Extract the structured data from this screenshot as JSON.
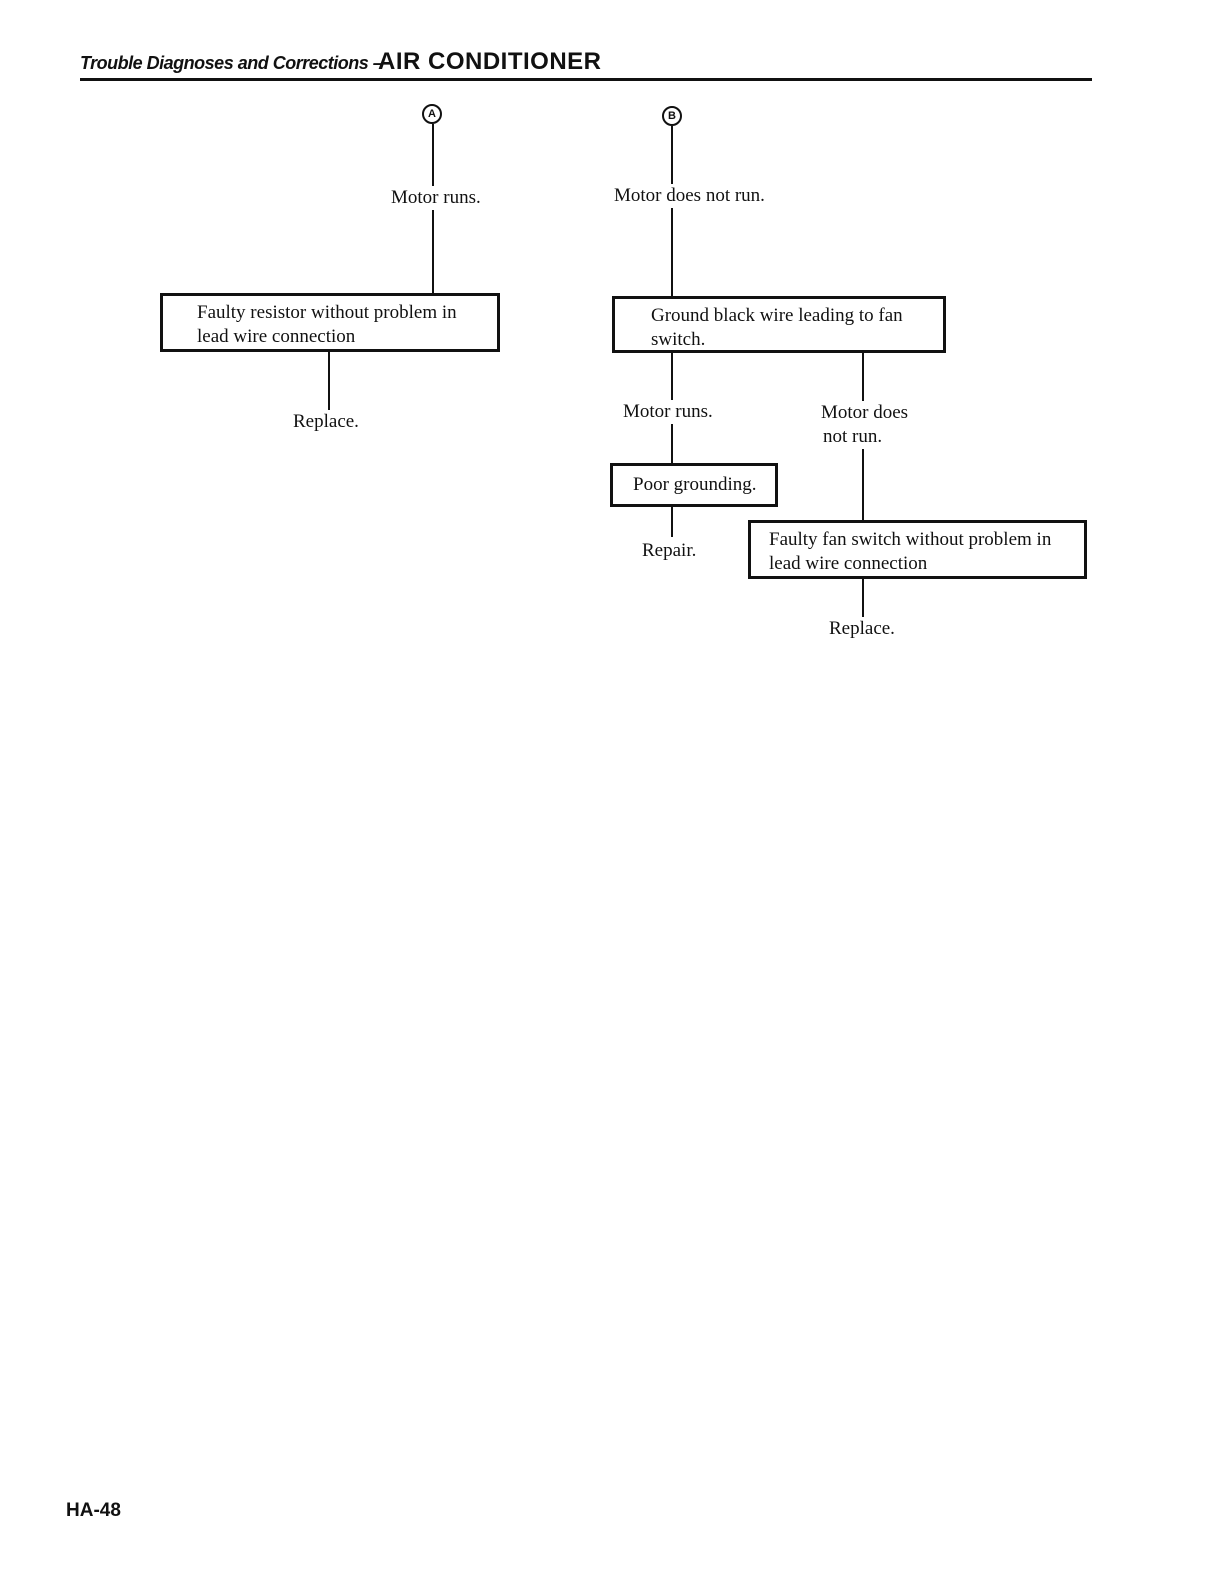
{
  "header": {
    "section": "Trouble Diagnoses and Corrections –",
    "title": "AIR CONDITIONER"
  },
  "flow_a": {
    "marker": "A",
    "result": "Motor runs.",
    "box": "Faulty resistor without problem in lead wire connection",
    "action": "Replace."
  },
  "flow_b": {
    "marker": "B",
    "result": "Motor does not run.",
    "box": "Ground black wire leading to fan switch.",
    "runs": {
      "result": "Motor runs.",
      "box": "Poor grounding.",
      "action": "Repair."
    },
    "not_runs": {
      "result_line1": "Motor does",
      "result_line2": "not run.",
      "box": "Faulty fan switch without problem in lead wire connection",
      "action": "Replace."
    }
  },
  "footer": {
    "page_number": "HA-48"
  }
}
